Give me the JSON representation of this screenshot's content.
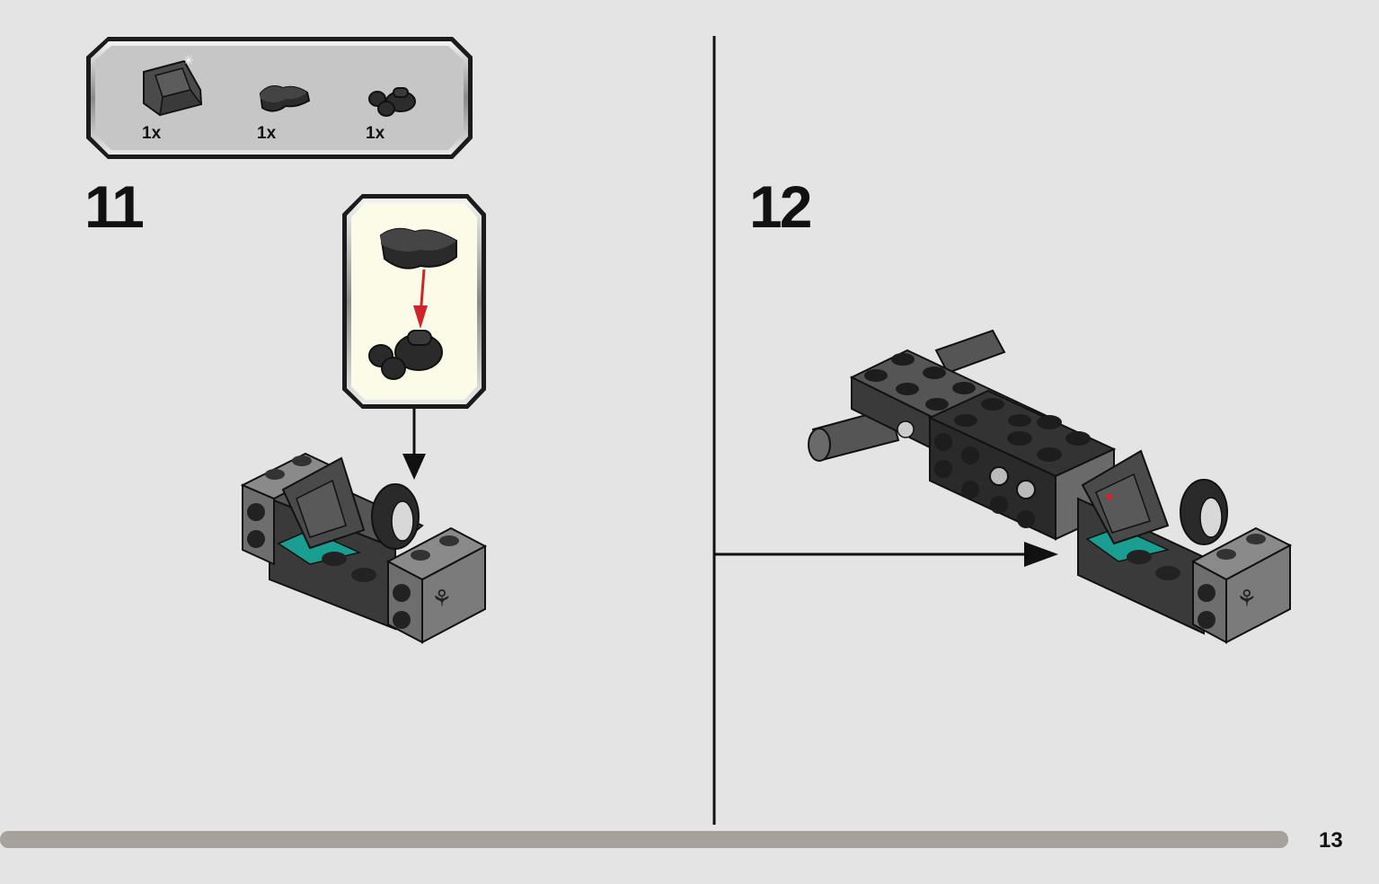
{
  "parts_list": {
    "items": [
      {
        "part": "slope-bracket-icon",
        "qty": "1x"
      },
      {
        "part": "plate-tile-icon",
        "qty": "1x"
      },
      {
        "part": "clip-plate-icon",
        "qty": "1x"
      }
    ]
  },
  "steps": [
    {
      "number": "11"
    },
    {
      "number": "12"
    }
  ],
  "page_number": "13",
  "colors": {
    "background": "#e4e4e4",
    "callout_bg": "#fbfbe8",
    "parts_bg": "#c6c6c6",
    "arrow_red": "#d2232a",
    "teal": "#1a9e92",
    "dark_gray": "#4a4a4a",
    "black_brick": "#2a2a2a",
    "footer_bar": "#a6a19b"
  }
}
